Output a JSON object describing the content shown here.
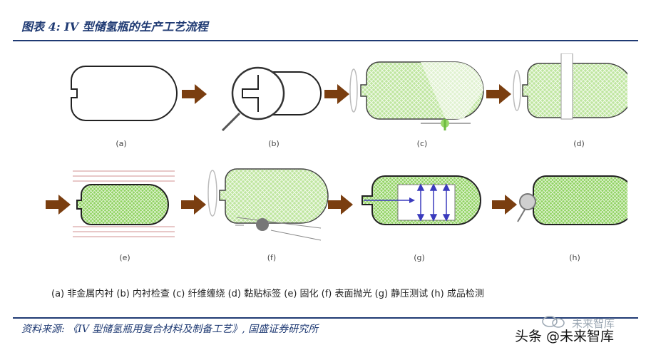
{
  "header": {
    "title": "图表 4: IV 型储氢瓶的生产工艺流程"
  },
  "diagram": {
    "panels": [
      {
        "label": "(a)"
      },
      {
        "label": "(b)"
      },
      {
        "label": "(c)"
      },
      {
        "label": "(d)"
      },
      {
        "label": "(e)"
      },
      {
        "label": "(f)"
      },
      {
        "label": "(g)"
      },
      {
        "label": "(h)"
      }
    ],
    "caption": "(a)  非金属内衬 (b)  内衬检查 (c)  纤维缠绕 (d)  黏贴标签 (e)  固化 (f)  表面抛光 (g)  静压测试 (h)  成品检测"
  },
  "footer": {
    "source": "资料来源: 《IV 型储氢瓶用复合材料及制备工艺》, 国盛证券研究所",
    "watermark_main": "头条 @未来智库",
    "watermark_ghost": "未来智库"
  },
  "colors": {
    "brand": "#1f3a73",
    "arrow": "#7a3e10",
    "fiber_green": "#9ad86a",
    "fiber_light": "#d8efc4",
    "outline": "#222222"
  }
}
